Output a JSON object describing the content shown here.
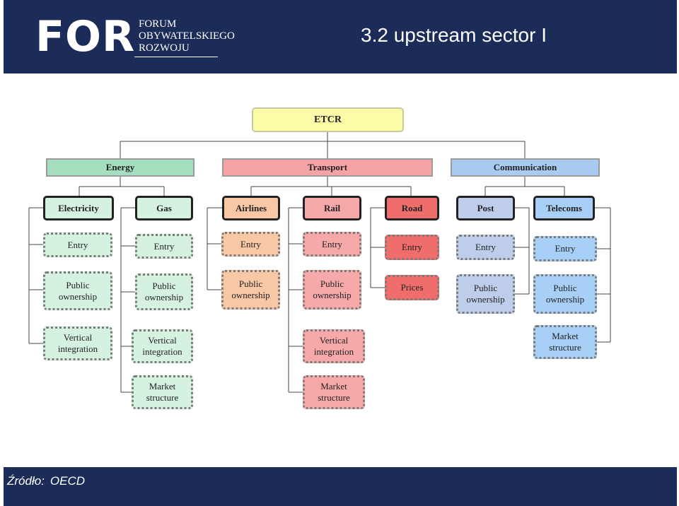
{
  "header": {
    "logo_text": "FOR",
    "logo_sub": [
      "FORUM",
      "OBYWATELSKIEGO",
      "ROZWOJU"
    ],
    "title": "3.2 upstream sector I"
  },
  "diagram": {
    "root": "ETCR",
    "sectors": {
      "energy": "Energy",
      "transport": "Transport",
      "communication": "Communication"
    },
    "sub": {
      "electricity": "Electricity",
      "gas": "Gas",
      "airlines": "Airlines",
      "rail": "Rail",
      "road": "Road",
      "post": "Post",
      "telecoms": "Telecoms"
    },
    "leaves": {
      "electricity": [
        "Entry",
        "Public ownership",
        "Vertical integration"
      ],
      "gas": [
        "Entry",
        "Public ownership",
        "Vertical integration",
        "Market structure"
      ],
      "airlines": [
        "Entry",
        "Public ownership"
      ],
      "rail": [
        "Entry",
        "Public ownership",
        "Vertical integration",
        "Market structure"
      ],
      "road": [
        "Entry",
        "Prices"
      ],
      "post": [
        "Entry",
        "Public ownership"
      ],
      "telecoms": [
        "Entry",
        "Public ownership",
        "Market structure"
      ]
    },
    "colors": {
      "root": "#fbfba8",
      "energy": "#a5dfc0",
      "transport": "#f5a3a5",
      "communication": "#a9cbf2",
      "electricity_gas": "#d5f2e1",
      "airlines": "#f8c7a5",
      "rail": "#f7a9a9",
      "road": "#ef6e6c",
      "post": "#bdcdea",
      "telecoms": "#a8cff5"
    }
  },
  "footer": {
    "source_label": "Źródło:",
    "source_value": "OECD"
  }
}
